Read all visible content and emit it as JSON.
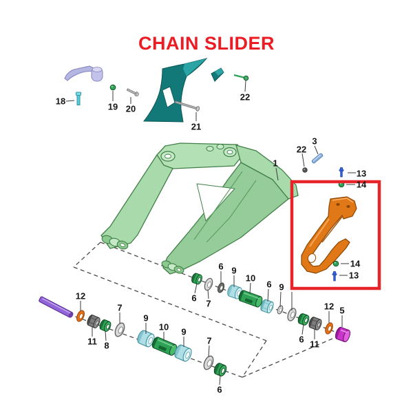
{
  "title": "CHAIN SLIDER",
  "colors": {
    "title_red": "#EC1C24",
    "highlight_box_red": "#E8242B",
    "swingarm_green": "#A9DAAB",
    "slider_orange": "#E07818",
    "axle_purple": "#8E5BD6",
    "cap_magenta": "#C935C9",
    "bearing_cyan": "#AEDFE6",
    "bushing_green": "#2FA355",
    "guard_teal": "#127878",
    "guide_lavender": "#B6B6E2",
    "washer_silver": "#DCDCDC",
    "nut_gray": "#7C7C7C",
    "washer_orange": "#E8711C",
    "bolt_blue": "#2E5FD9"
  },
  "callouts": [
    {
      "part": "18"
    },
    {
      "part": "19"
    },
    {
      "part": "20"
    },
    {
      "part": "21"
    },
    {
      "part": "22"
    },
    {
      "part": "22"
    },
    {
      "part": "3"
    },
    {
      "part": "1"
    },
    {
      "part": "13"
    },
    {
      "part": "14"
    },
    {
      "part": "14"
    },
    {
      "part": "13"
    },
    {
      "part": "6"
    },
    {
      "part": "7"
    },
    {
      "part": "6"
    },
    {
      "part": "9"
    },
    {
      "part": "10"
    },
    {
      "part": "6"
    },
    {
      "part": "9"
    },
    {
      "part": "6"
    },
    {
      "part": "11"
    },
    {
      "part": "12"
    },
    {
      "part": "5"
    },
    {
      "part": "12"
    },
    {
      "part": "11"
    },
    {
      "part": "8"
    },
    {
      "part": "7"
    },
    {
      "part": "9"
    },
    {
      "part": "10"
    },
    {
      "part": "9"
    },
    {
      "part": "7"
    },
    {
      "part": "6"
    }
  ]
}
